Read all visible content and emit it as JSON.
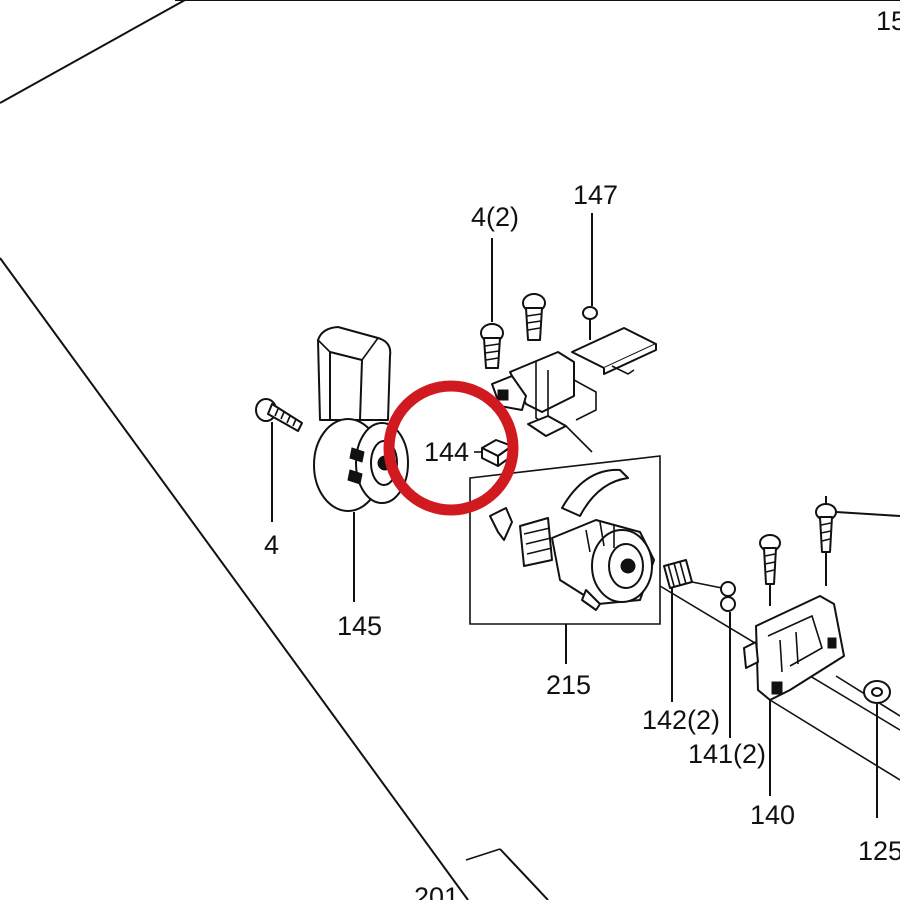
{
  "colors": {
    "line": "#111111",
    "highlight": "#d11a1f",
    "background": "#ffffff"
  },
  "labels": {
    "top_right_cut": "15",
    "screw_4_2": "4(2)",
    "cover_147": "147",
    "part_144": "144",
    "screw_4": "4",
    "knob_145": "145",
    "assembly_215": "215",
    "spring_142": "142(2)",
    "ball_141": "141(2)",
    "bracket_140": "140",
    "washer_125": "125",
    "bottom_201": "201"
  },
  "highlight": {
    "target": "part_144",
    "shape": "circle"
  }
}
